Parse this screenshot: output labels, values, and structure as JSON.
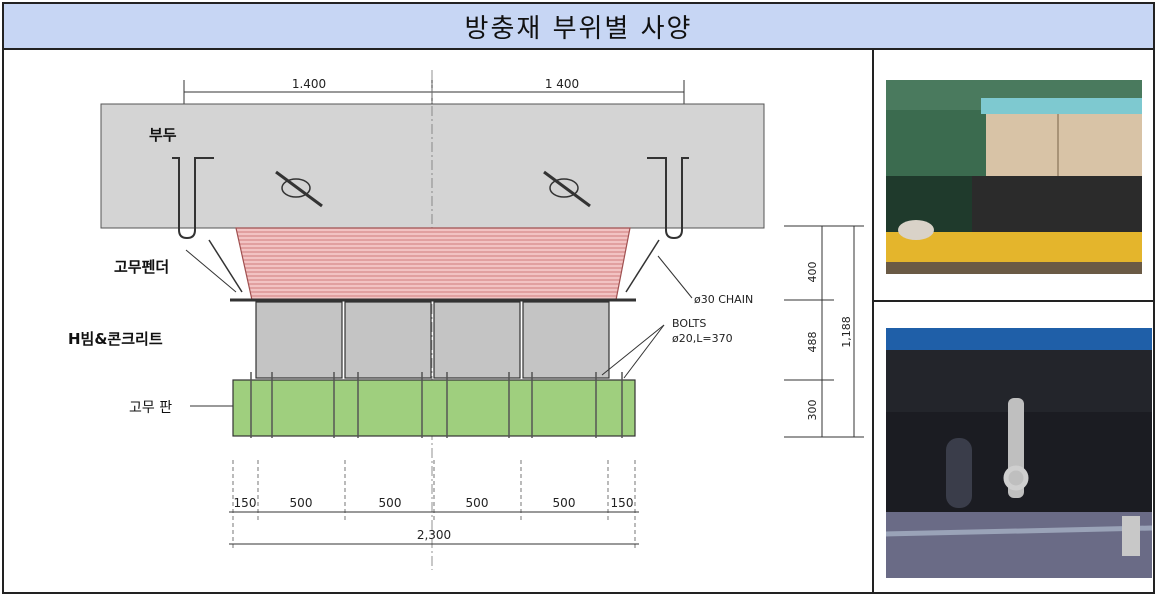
{
  "title": "방충재 부위별 사양",
  "labels": {
    "quay": "부두",
    "rubber_fender": "고무펜더",
    "hbeam": "H빔&콘크리트",
    "rubber_plate": "고무 판",
    "chain": "ø30 CHAIN",
    "bolts_title": "BOLTS",
    "bolts_spec": "ø20,L=370"
  },
  "dimensions": {
    "top_left": "1.400",
    "top_right": "1 400",
    "right_400": "400",
    "right_488": "488",
    "right_300": "300",
    "right_1188": "1,188",
    "seg1": "150",
    "seg2": "500",
    "seg3": "500",
    "seg4": "500",
    "seg5": "500",
    "seg6": "150",
    "total": "2,300"
  },
  "colors": {
    "title_bg": "#c7d6f4",
    "concrete": "#d4d4d4",
    "rubber": "#eeb5b5",
    "green_plate": "#9fcf7e"
  }
}
